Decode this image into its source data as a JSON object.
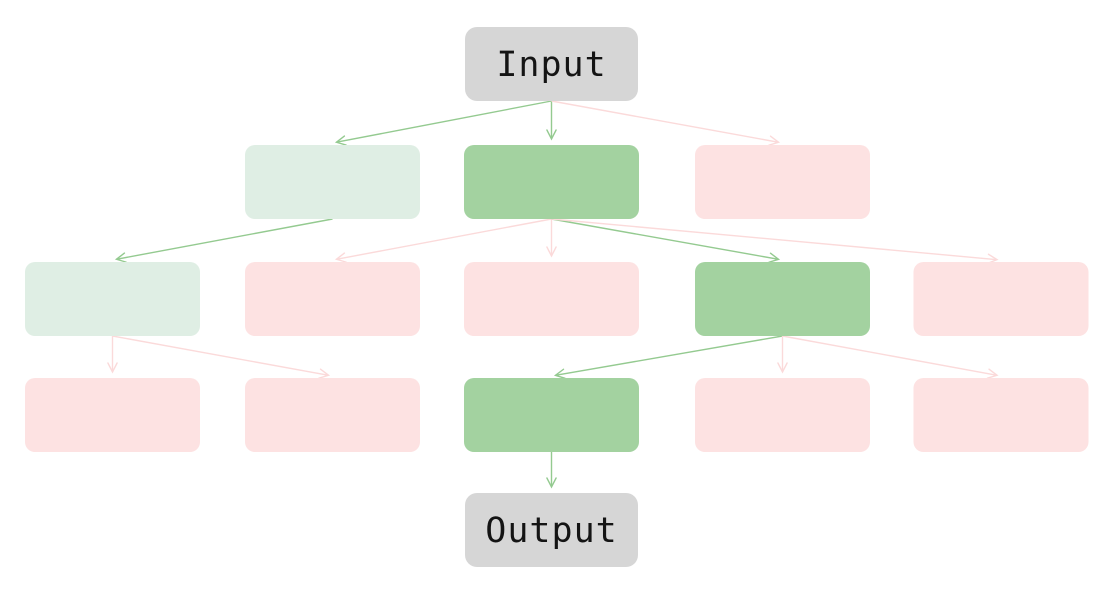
{
  "diagram": {
    "title": "search-tree-pruning-diagram",
    "background": "#ffffff",
    "node_states": {
      "terminal": {
        "fill": "#d6d6d6",
        "text_color": "#141414"
      },
      "selected": {
        "fill": "#a3d2a0"
      },
      "explored": {
        "fill": "#dfeee4"
      },
      "pruned": {
        "fill": "#fde2e2"
      }
    },
    "edge_colors": {
      "kept": "#94ca90",
      "pruned": "#fbdada"
    },
    "nodes": [
      {
        "id": "input",
        "label": "Input",
        "state": "terminal",
        "col": 2,
        "row": 0
      },
      {
        "id": "l1a",
        "label": "",
        "state": "explored",
        "col": 1,
        "row": 1
      },
      {
        "id": "l1b",
        "label": "",
        "state": "selected",
        "col": 2,
        "row": 1
      },
      {
        "id": "l1c",
        "label": "",
        "state": "pruned",
        "col": 3,
        "row": 1
      },
      {
        "id": "l2a",
        "label": "",
        "state": "explored",
        "col": 0,
        "row": 2
      },
      {
        "id": "l2b",
        "label": "",
        "state": "pruned",
        "col": 1,
        "row": 2
      },
      {
        "id": "l2c",
        "label": "",
        "state": "pruned",
        "col": 2,
        "row": 2
      },
      {
        "id": "l2d",
        "label": "",
        "state": "selected",
        "col": 3,
        "row": 2
      },
      {
        "id": "l2e",
        "label": "",
        "state": "pruned",
        "col": 4,
        "row": 2
      },
      {
        "id": "l3a",
        "label": "",
        "state": "pruned",
        "col": 0,
        "row": 3
      },
      {
        "id": "l3b",
        "label": "",
        "state": "pruned",
        "col": 1,
        "row": 3
      },
      {
        "id": "l3c",
        "label": "",
        "state": "selected",
        "col": 2,
        "row": 3
      },
      {
        "id": "l3d",
        "label": "",
        "state": "pruned",
        "col": 3,
        "row": 3
      },
      {
        "id": "l3e",
        "label": "",
        "state": "pruned",
        "col": 4,
        "row": 3
      },
      {
        "id": "output",
        "label": "Output",
        "state": "terminal",
        "col": 2,
        "row": 4
      }
    ],
    "edges": [
      {
        "from": "input",
        "to": "l1a",
        "status": "kept"
      },
      {
        "from": "input",
        "to": "l1b",
        "status": "kept"
      },
      {
        "from": "input",
        "to": "l1c",
        "status": "pruned"
      },
      {
        "from": "l1a",
        "to": "l2a",
        "status": "kept"
      },
      {
        "from": "l1b",
        "to": "l2b",
        "status": "pruned"
      },
      {
        "from": "l1b",
        "to": "l2c",
        "status": "pruned"
      },
      {
        "from": "l1b",
        "to": "l2d",
        "status": "kept"
      },
      {
        "from": "l1b",
        "to": "l2e",
        "status": "pruned"
      },
      {
        "from": "l2a",
        "to": "l3a",
        "status": "pruned"
      },
      {
        "from": "l2a",
        "to": "l3b",
        "status": "pruned"
      },
      {
        "from": "l2d",
        "to": "l3c",
        "status": "kept"
      },
      {
        "from": "l2d",
        "to": "l3d",
        "status": "pruned"
      },
      {
        "from": "l2d",
        "to": "l3e",
        "status": "pruned"
      },
      {
        "from": "l3c",
        "to": "output",
        "status": "kept"
      }
    ]
  }
}
